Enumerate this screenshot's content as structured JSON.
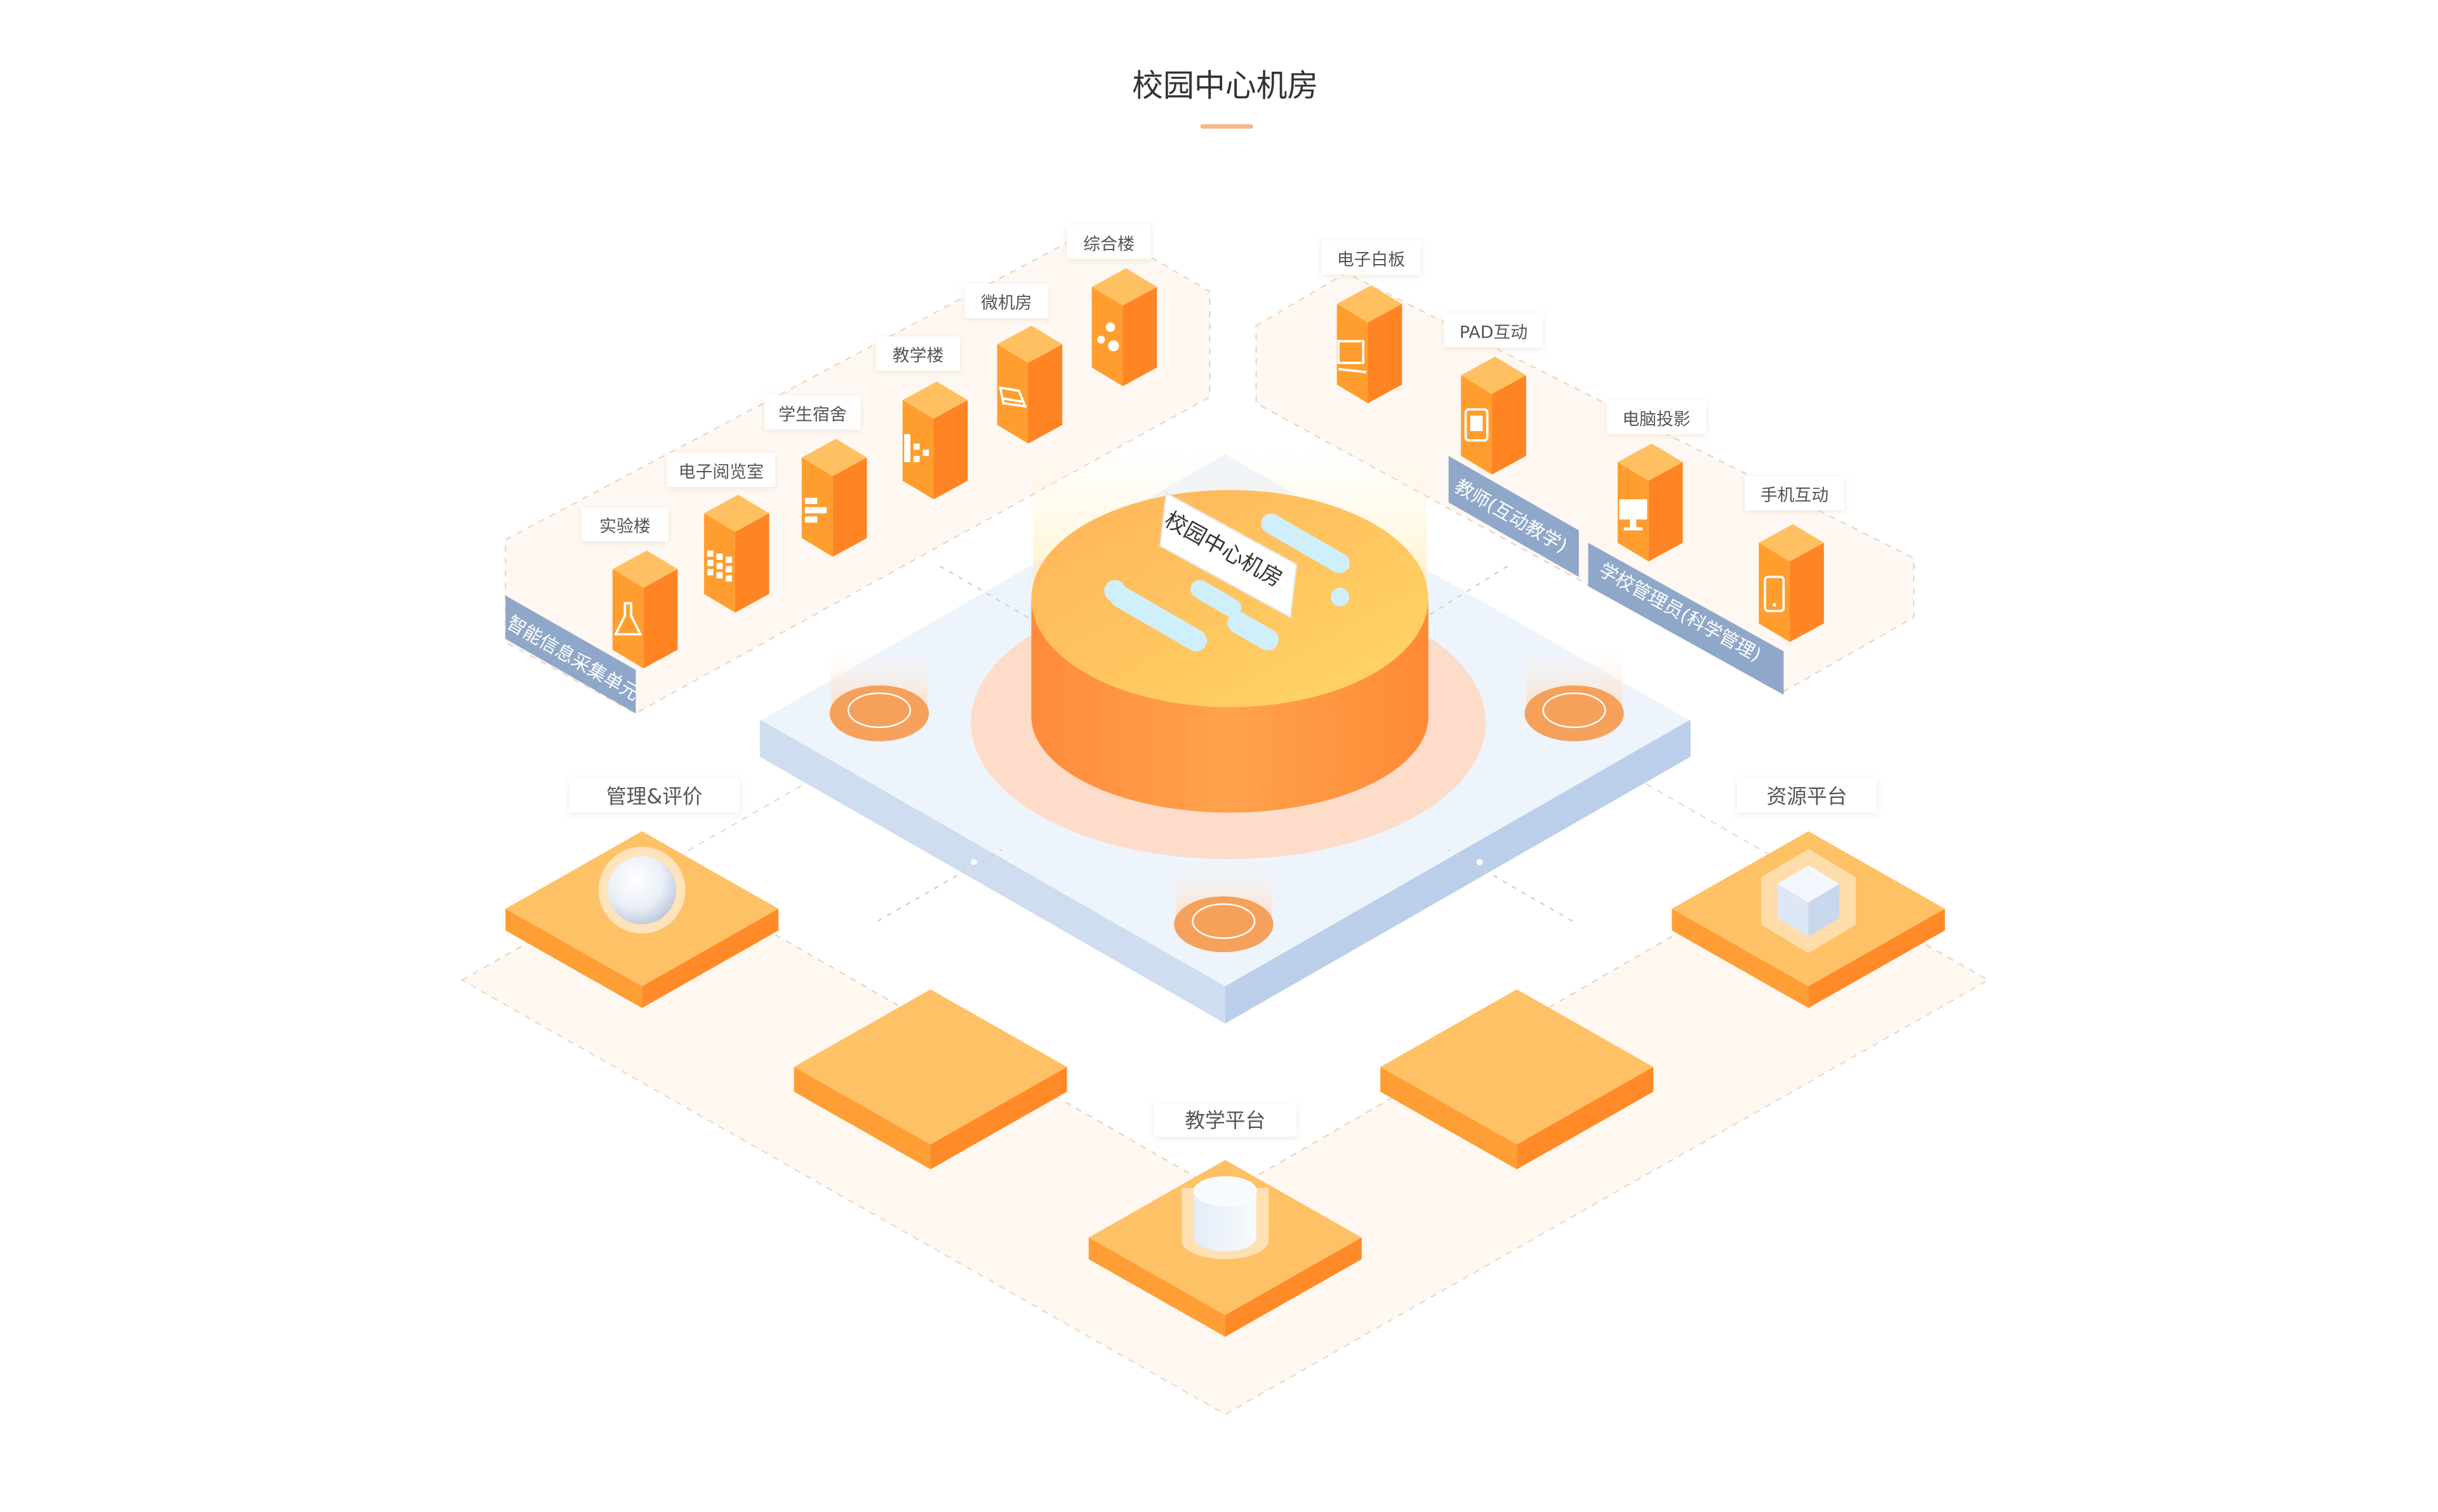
{
  "header": {
    "title": "校园中心机房"
  },
  "center": {
    "flag_label": "校园中心机房"
  },
  "buildings": [
    {
      "label": "实验楼",
      "icon": "flask-icon"
    },
    {
      "label": "电子阅览室",
      "icon": "grid-icon"
    },
    {
      "label": "学生宿舍",
      "icon": "bunk-icon"
    },
    {
      "label": "教学楼",
      "icon": "building-icon"
    },
    {
      "label": "微机房",
      "icon": "hard-drive-icon"
    },
    {
      "label": "综合楼",
      "icon": "dots-icon"
    }
  ],
  "left_group": {
    "banner": "智能信息采集单元"
  },
  "devices": [
    {
      "label": "电子白板",
      "icon": "whiteboard-icon"
    },
    {
      "label": "PAD互动",
      "icon": "tablet-icon"
    },
    {
      "label": "电脑投影",
      "icon": "monitor-icon"
    },
    {
      "label": "手机互动",
      "icon": "phone-icon"
    }
  ],
  "right_group": {
    "banner_teacher": "教师(互动教学)",
    "banner_admin": "学校管理员(科学管理)"
  },
  "platforms": [
    {
      "label": "管理&评价",
      "icon": "sphere-icon"
    },
    {
      "label": "教学平台",
      "icon": "cylinder-icon"
    },
    {
      "label": "资源平台",
      "icon": "cube-icon"
    }
  ],
  "colors": {
    "orange_top": "#FFB24A",
    "orange_left": "#FF9A2E",
    "orange_right": "#FF8424",
    "platform_top": "#FFC166",
    "steel_blue": "#8FA7C9",
    "base_top": "#EEF4FC",
    "title_accent": "#F7B98C",
    "text": "#555555"
  }
}
